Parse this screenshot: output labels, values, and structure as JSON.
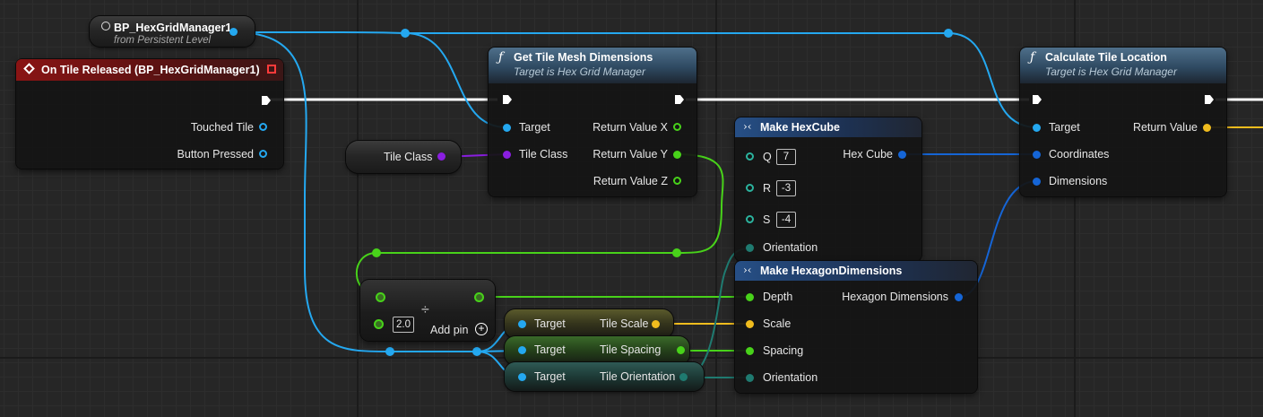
{
  "colors": {
    "object_pin": "#24a8f0",
    "class_pin": "#8a1ee0",
    "float_pin": "#48d21a",
    "struct_pin": "#1565d6",
    "vector_pin": "#f0bc1e",
    "enum_pin": "#1f7a70",
    "exec_wire": "#ffffff"
  },
  "manager_ref": {
    "title": "BP_HexGridManager1",
    "subtitle": "from Persistent Level"
  },
  "event_node": {
    "title": "On Tile Released (BP_HexGridManager1)",
    "pins": [
      "Touched Tile",
      "Button Pressed"
    ]
  },
  "tile_class_var": {
    "label": "Tile Class"
  },
  "get_tile_mesh": {
    "title": "Get Tile Mesh Dimensions",
    "subtitle": "Target is Hex Grid Manager",
    "inputs": [
      "Target",
      "Tile Class"
    ],
    "outputs": [
      "Return Value X",
      "Return Value Y",
      "Return Value Z"
    ]
  },
  "make_hexcube": {
    "title": "Make HexCube",
    "q_label": "Q",
    "q_value": "7",
    "r_label": "R",
    "r_value": "-3",
    "s_label": "S",
    "s_value": "-4",
    "orientation_label": "Orientation",
    "output": "Hex Cube"
  },
  "calc_tile_location": {
    "title": "Calculate Tile Location",
    "subtitle": "Target is Hex Grid Manager",
    "inputs": [
      "Target",
      "Coordinates",
      "Dimensions"
    ],
    "output": "Return Value"
  },
  "divide_node": {
    "symbol": "÷",
    "value": "2.0",
    "add_pin_label": "Add pin",
    "add_pin_icon": "plus-circle-icon"
  },
  "getters": [
    {
      "target": "Target",
      "property": "Tile Scale"
    },
    {
      "target": "Target",
      "property": "Tile Spacing"
    },
    {
      "target": "Target",
      "property": "Tile Orientation"
    }
  ],
  "make_hex_dimensions": {
    "title": "Make HexagonDimensions",
    "inputs": [
      "Depth",
      "Scale",
      "Spacing",
      "Orientation"
    ],
    "output": "Hexagon Dimensions"
  }
}
